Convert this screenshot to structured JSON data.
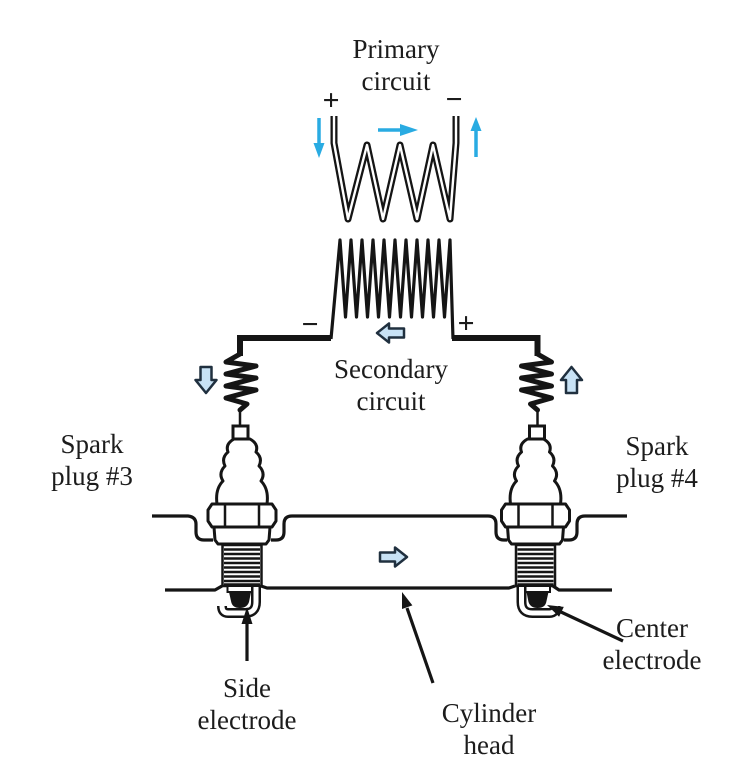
{
  "diagram": {
    "description": "Ignition coil primary/secondary circuit with spark plugs in cylinder head",
    "colors": {
      "ink": "#1c1c1c",
      "accent_blue": "#29abe2",
      "block_arrow_fill": "#c8e2f5",
      "block_arrow_outline": "#20303f"
    }
  },
  "labels": {
    "primary_circuit": {
      "line1": "Primary",
      "line2": "circuit"
    },
    "secondary_circuit": {
      "line1": "Secondary",
      "line2": "circuit"
    },
    "spark_plug_3": {
      "line1": "Spark",
      "line2": "plug #3"
    },
    "spark_plug_4": {
      "line1": "Spark",
      "line2": "plug #4"
    },
    "side_electrode": {
      "line1": "Side",
      "line2": "electrode"
    },
    "cylinder_head": {
      "line1": "Cylinder",
      "line2": "head"
    },
    "center_electrode": {
      "line1": "Center",
      "line2": "electrode"
    },
    "primary_plus": "+",
    "primary_minus": "−",
    "secondary_minus": "−",
    "secondary_plus": "+"
  }
}
